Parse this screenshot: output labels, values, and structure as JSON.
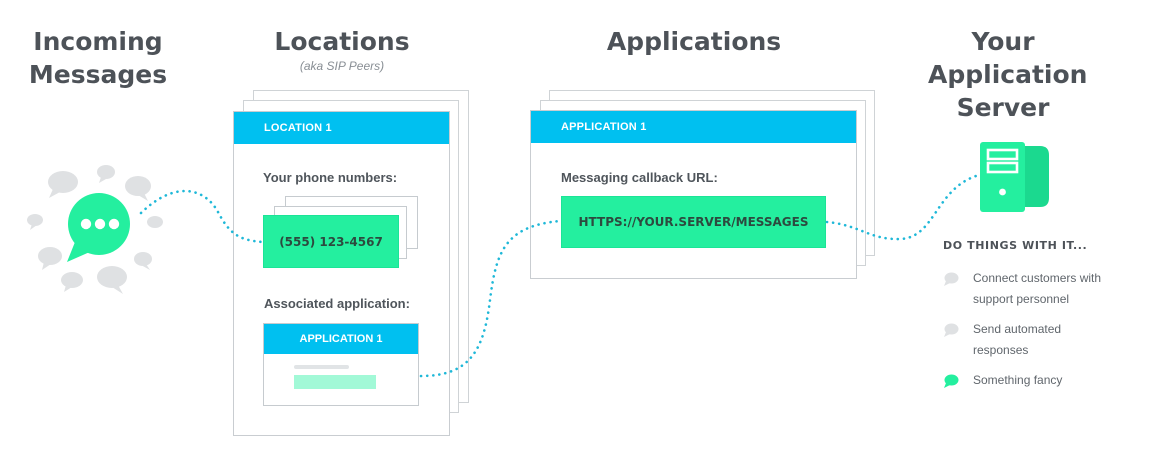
{
  "columns": {
    "incoming": {
      "title_line1": "Incoming",
      "title_line2": "Messages"
    },
    "locations": {
      "title": "Locations",
      "subtitle": "(aka SIP Peers)"
    },
    "applications": {
      "title": "Applications"
    },
    "server": {
      "title_line1": "Your",
      "title_line2": "Application",
      "title_line3": "Server"
    }
  },
  "location_card": {
    "header": "LOCATION 1",
    "phone_label": "Your phone numbers:",
    "phone_number": "(555) 123-4567",
    "assoc_label": "Associated application:",
    "assoc_app": "APPLICATION 1"
  },
  "application_card": {
    "header": "APPLICATION 1",
    "callback_label": "Messaging callback URL:",
    "callback_url": "HTTPS://YOUR.SERVER/MESSAGES"
  },
  "server_panel": {
    "heading": "DO THINGS WITH IT...",
    "items": [
      {
        "line1": "Connect customers with",
        "line2": "support personnel",
        "icon": "chat-bubble-gray-icon"
      },
      {
        "line1": "Send automated",
        "line2": "responses",
        "icon": "chat-bubble-gray-icon"
      },
      {
        "line1": "Something fancy",
        "line2": "",
        "icon": "chat-bubble-green-icon"
      }
    ]
  },
  "colors": {
    "accent_blue": "#00c0f0",
    "accent_green": "#24ef9f",
    "connector": "#1fb8d8",
    "bubble_gray": "#dfe1e3",
    "title_gray": "#4d5258"
  }
}
